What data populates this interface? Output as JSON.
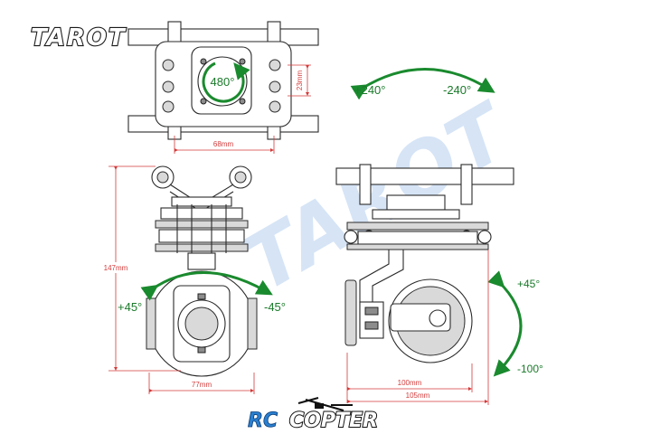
{
  "brand": {
    "logo_text": "TAROT"
  },
  "watermark": {
    "text": "TAROT"
  },
  "footer_logo": {
    "rc": "RC",
    "copter": "COPTER"
  },
  "top_view": {
    "rotation": "480°",
    "dim_width": "68mm",
    "dim_height": "23mm"
  },
  "pan": {
    "plus": "+240°",
    "minus": "-240°"
  },
  "front_view": {
    "height": "147mm",
    "width": "77mm",
    "roll_plus": "+45°",
    "roll_minus": "-45°"
  },
  "side_view": {
    "width_inner": "100mm",
    "width_outer": "105mm",
    "tilt_plus": "+45°",
    "tilt_minus": "-100°"
  },
  "colors": {
    "dimension": "#d43a3a",
    "arrow": "#1a8a2e",
    "watermark": "#cfe0f5"
  }
}
